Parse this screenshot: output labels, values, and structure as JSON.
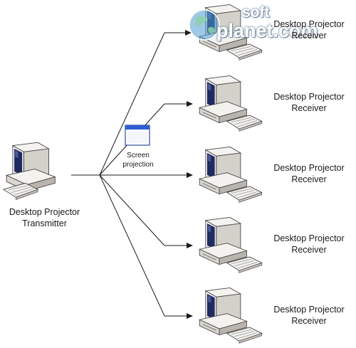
{
  "transmitter": {
    "label_line1": "Desktop Projector",
    "label_line2": "Transmitter"
  },
  "receivers": [
    {
      "line1": "Desktop Projector",
      "line2": "Receiver"
    },
    {
      "line1": "Desktop Projector",
      "line2": "Receiver"
    },
    {
      "line1": "Desktop Projector",
      "line2": "Receiver"
    },
    {
      "line1": "Desktop Projector",
      "line2": "Receiver"
    },
    {
      "line1": "Desktop Projector",
      "line2": "Receiver"
    }
  ],
  "projection": {
    "line1": "Screen",
    "line2": "projection"
  },
  "watermark": {
    "soft": "soft",
    "planet": "planet.com"
  },
  "colors": {
    "line": "#1a1a1a",
    "computer_body": "#ecebe8",
    "computer_shade": "#bdbab4",
    "screen": "#1e2a60",
    "window_bar": "#2f5fd0"
  }
}
